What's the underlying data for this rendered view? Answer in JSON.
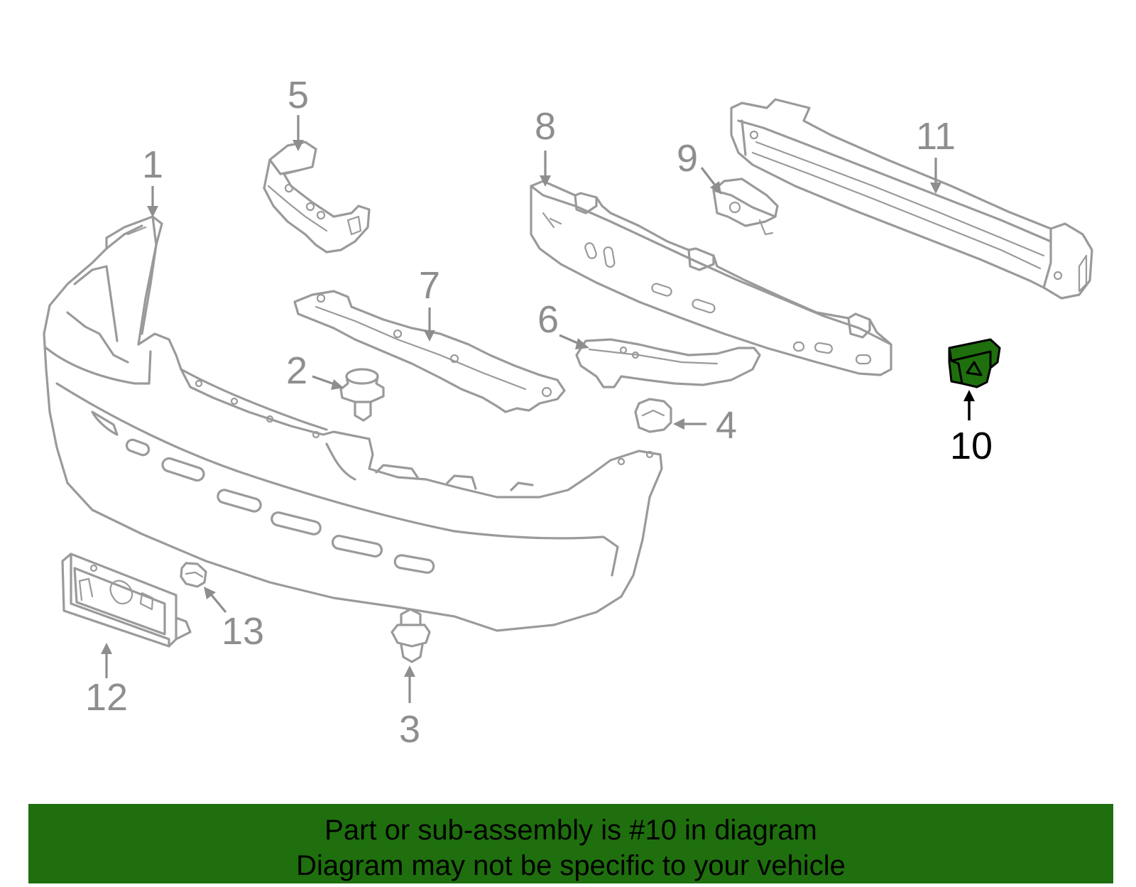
{
  "callouts": [
    {
      "id": "1",
      "label": "1"
    },
    {
      "id": "2",
      "label": "2"
    },
    {
      "id": "3",
      "label": "3"
    },
    {
      "id": "4",
      "label": "4"
    },
    {
      "id": "5",
      "label": "5"
    },
    {
      "id": "6",
      "label": "6"
    },
    {
      "id": "7",
      "label": "7"
    },
    {
      "id": "8",
      "label": "8"
    },
    {
      "id": "9",
      "label": "9"
    },
    {
      "id": "10",
      "label": "10",
      "highlighted": true
    },
    {
      "id": "11",
      "label": "11"
    },
    {
      "id": "12",
      "label": "12"
    },
    {
      "id": "13",
      "label": "13"
    }
  ],
  "highlight": {
    "part_number": "10",
    "fill_color": "#1f6f0e"
  },
  "colors": {
    "parts": "#9a9a9a",
    "highlight_stroke": "#000000",
    "banner": "#1f6f0e"
  },
  "banner": {
    "line1": "Part or sub-assembly is #10 in diagram",
    "line2": "Diagram may not be specific to your vehicle"
  }
}
